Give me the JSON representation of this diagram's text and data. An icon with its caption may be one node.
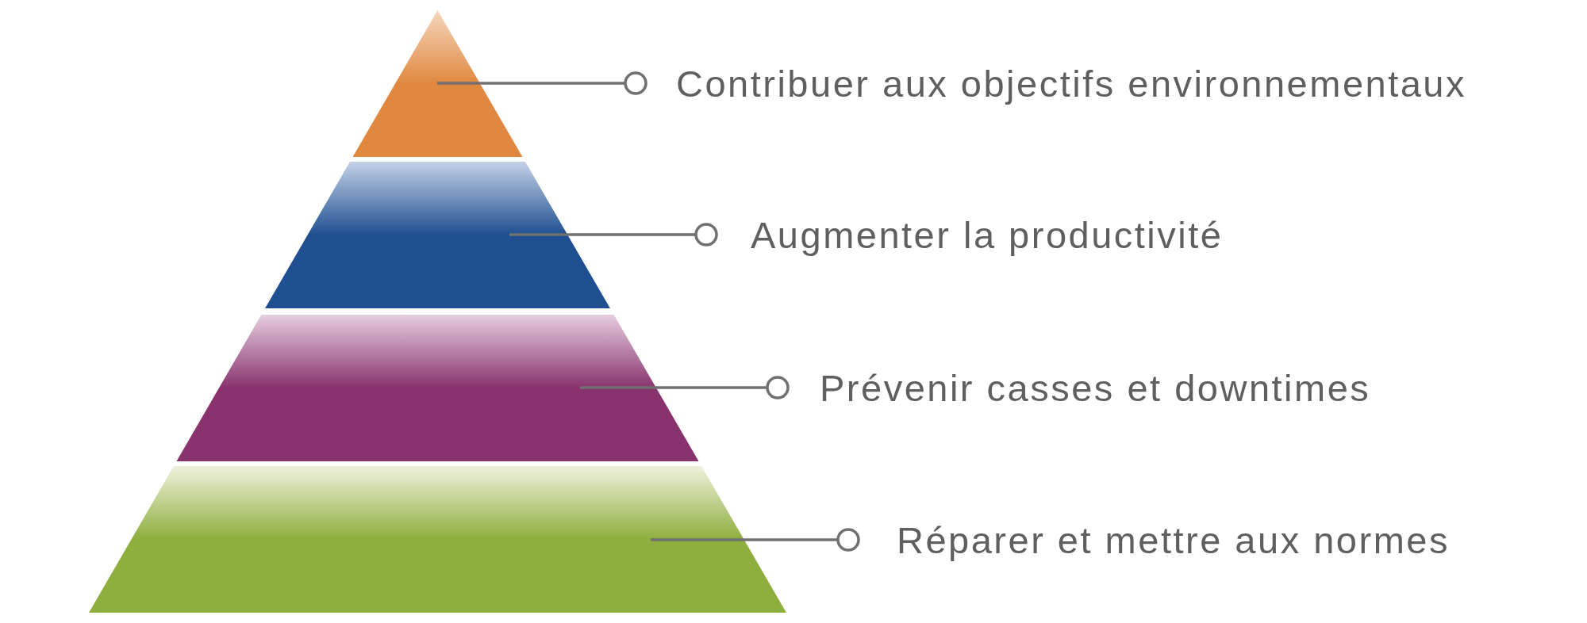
{
  "diagram": {
    "nodes": [
      {
        "text": [],
        "shape": "triangle"
      },
      {
        "text": [],
        "shape": "trapezoid"
      },
      {
        "text": [],
        "shape": "trapezoid"
      },
      {
        "text": [],
        "shape": "trapezoid"
      },
      {
        "text": [
          "Contribuer aux objectifs environnementaux"
        ]
      },
      {
        "text": [
          "Augmenter la productivité"
        ]
      },
      {
        "text": [
          "Prévenir casses et downtimes"
        ]
      },
      {
        "text": [
          "Réparer et mettre aux normes"
        ]
      }
    ],
    "edges": [
      {
        "from": 4,
        "to": 0,
        "arrow": "other"
      },
      {
        "from": 5,
        "to": 1,
        "arrow": "other"
      },
      {
        "from": 6,
        "to": 2,
        "arrow": "other"
      },
      {
        "from": 7,
        "to": 3,
        "arrow": "other"
      }
    ]
  }
}
